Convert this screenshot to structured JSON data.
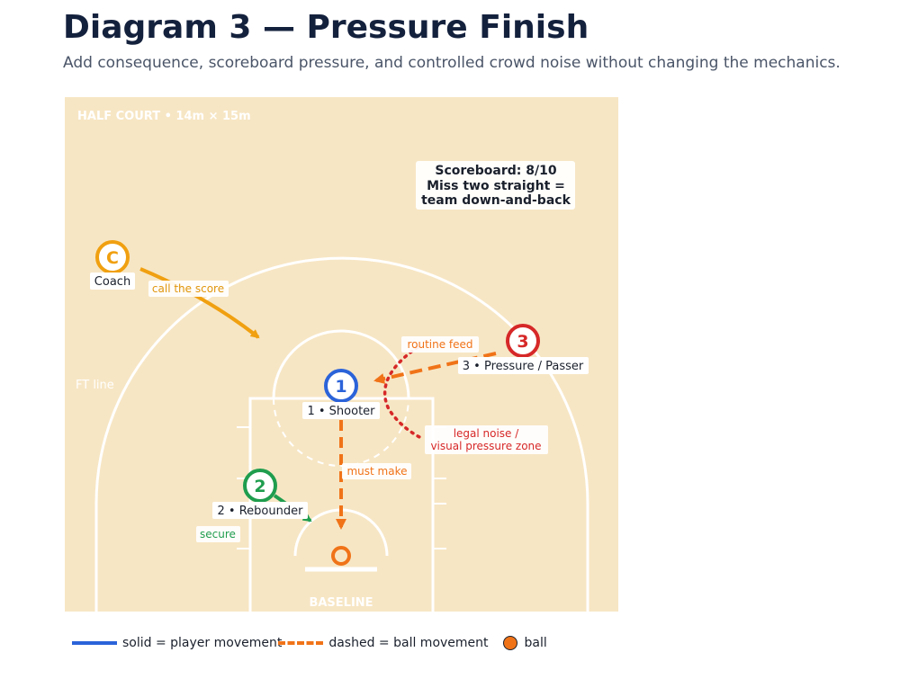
{
  "header": {
    "title": "Diagram 3 — Pressure Finish",
    "subtitle": "Add consequence, scoreboard pressure, and controlled crowd noise without changing the mechanics."
  },
  "court": {
    "label": "HALF COURT • 14m × 15m",
    "ft_line_label": "FT line",
    "baseline_label": "BASELINE"
  },
  "scoreboard": {
    "line1": "Scoreboard: 8/10",
    "line2": "Miss two straight =",
    "line3": "team down-and-back"
  },
  "players": {
    "coach": {
      "marker": "C",
      "label": "Coach"
    },
    "shooter": {
      "marker": "1",
      "label": "1 • Shooter"
    },
    "rebounder": {
      "marker": "2",
      "label": "2 • Rebounder"
    },
    "passer": {
      "marker": "3",
      "label": "3 • Pressure / Passer"
    }
  },
  "annotations": {
    "call_the_score": "call the score",
    "routine_feed": "routine feed",
    "must_make": "must make",
    "secure": "secure",
    "noise_zone_line1": "legal noise /",
    "noise_zone_line2": "visual pressure zone"
  },
  "legend": {
    "solid": "solid = player movement",
    "dashed": "dashed = ball movement",
    "ball": "ball"
  },
  "colors": {
    "court": "#f7e6c4",
    "coach": "#f0a010",
    "shooter": "#2b63d9",
    "rebounder": "#1f9d4e",
    "passer": "#d62828",
    "ball": "#f07318",
    "title": "#14213d"
  }
}
